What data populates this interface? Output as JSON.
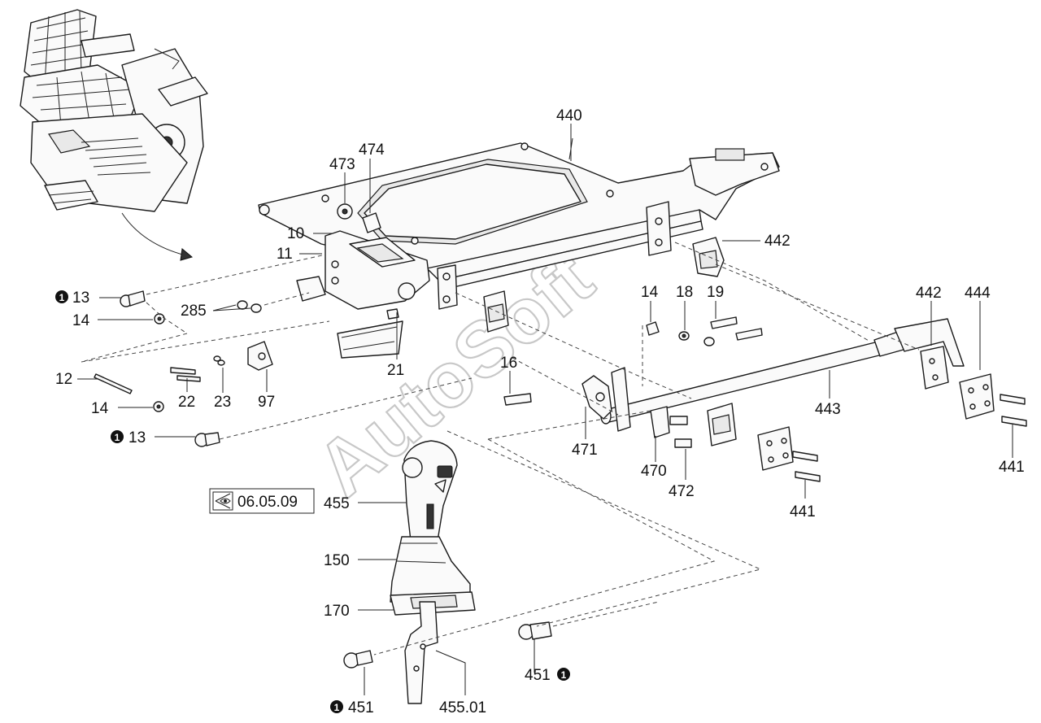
{
  "watermark": "AutoSoft",
  "ref_box": {
    "icon": "eye-icon",
    "text": "06.05.09"
  },
  "callouts": {
    "c440": "440",
    "c474": "474",
    "c473": "473",
    "c10": "10",
    "c11": "11",
    "c442a": "442",
    "c442b": "442",
    "c444": "444",
    "c13a": "13",
    "c14a": "14",
    "c285": "285",
    "c14b": "14",
    "c18": "18",
    "c19": "19",
    "c12": "12",
    "c21": "21",
    "c16": "16",
    "c14c": "14",
    "c22": "22",
    "c23": "23",
    "c97": "97",
    "c443": "443",
    "c13b": "13",
    "c471": "471",
    "c470": "470",
    "c472": "472",
    "c441a": "441",
    "c441b": "441",
    "c455": "455",
    "c150": "150",
    "c170": "170",
    "c451a": "451",
    "c451b": "451",
    "c45501": "455.01"
  },
  "note_marker": "1"
}
